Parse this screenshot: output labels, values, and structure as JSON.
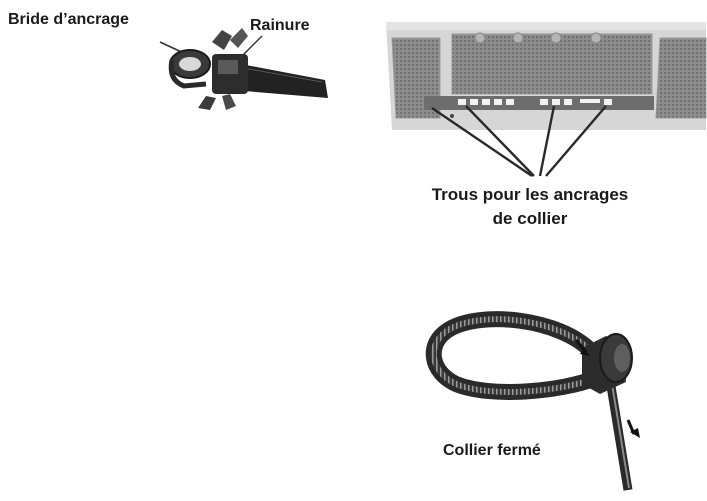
{
  "labels": {
    "bride": "Bride d’ancrage",
    "rainure": "Rainure",
    "trous_line1": "Trous pour les ancrages",
    "trous_line2": "de collier",
    "collier": "Collier fermé"
  },
  "colors": {
    "background": "#ffffff",
    "text": "#1a1a1a",
    "part_dark": "#2b2b2b",
    "panel_grey": "#c9c9c9",
    "panel_light": "#dcdcdc"
  }
}
